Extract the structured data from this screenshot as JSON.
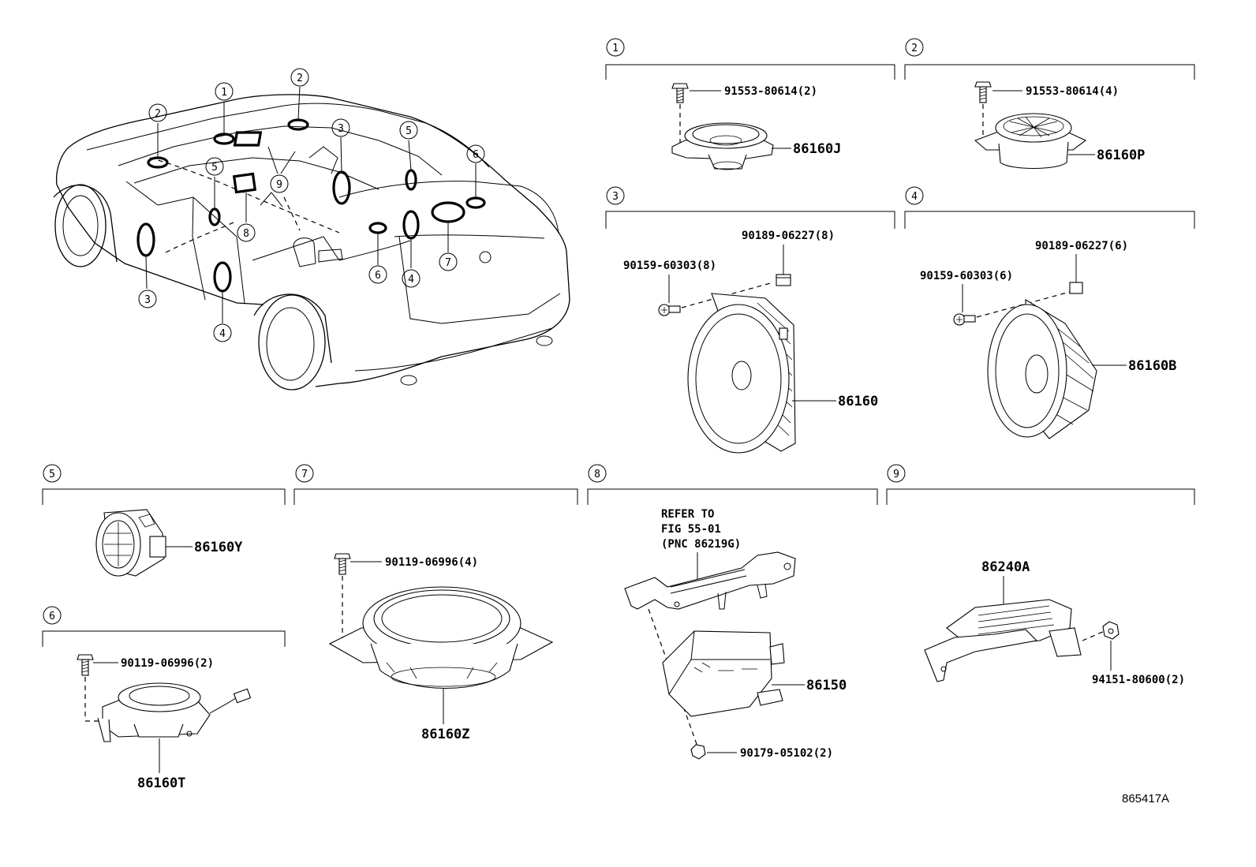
{
  "diagram_id": "865417A",
  "car_callouts": [
    "1",
    "2",
    "2",
    "3",
    "3",
    "4",
    "4",
    "5",
    "5",
    "6",
    "6",
    "7",
    "8",
    "9"
  ],
  "sections": [
    {
      "num": "1",
      "items": [
        {
          "pn": "91553-80614(2)"
        },
        {
          "pn": "86160J"
        }
      ]
    },
    {
      "num": "2",
      "items": [
        {
          "pn": "91553-80614(4)"
        },
        {
          "pn": "86160P"
        }
      ]
    },
    {
      "num": "3",
      "items": [
        {
          "pn": "90189-06227(8)"
        },
        {
          "pn": "90159-60303(8)"
        },
        {
          "pn": "86160"
        }
      ]
    },
    {
      "num": "4",
      "items": [
        {
          "pn": "90189-06227(6)"
        },
        {
          "pn": "90159-60303(6)"
        },
        {
          "pn": "86160B"
        }
      ]
    },
    {
      "num": "5",
      "items": [
        {
          "pn": "86160Y"
        }
      ]
    },
    {
      "num": "6",
      "items": [
        {
          "pn": "90119-06996(2)"
        },
        {
          "pn": "86160T"
        }
      ]
    },
    {
      "num": "7",
      "items": [
        {
          "pn": "90119-06996(4)"
        },
        {
          "pn": "86160Z"
        }
      ]
    },
    {
      "num": "8",
      "items": [
        {
          "pn": "86150"
        },
        {
          "pn": "90179-05102(2)"
        }
      ],
      "refer": [
        "REFER TO",
        "FIG 55-01",
        "(PNC 86219G)"
      ]
    },
    {
      "num": "9",
      "items": [
        {
          "pn": "86240A"
        },
        {
          "pn": "94151-80600(2)"
        }
      ]
    }
  ]
}
